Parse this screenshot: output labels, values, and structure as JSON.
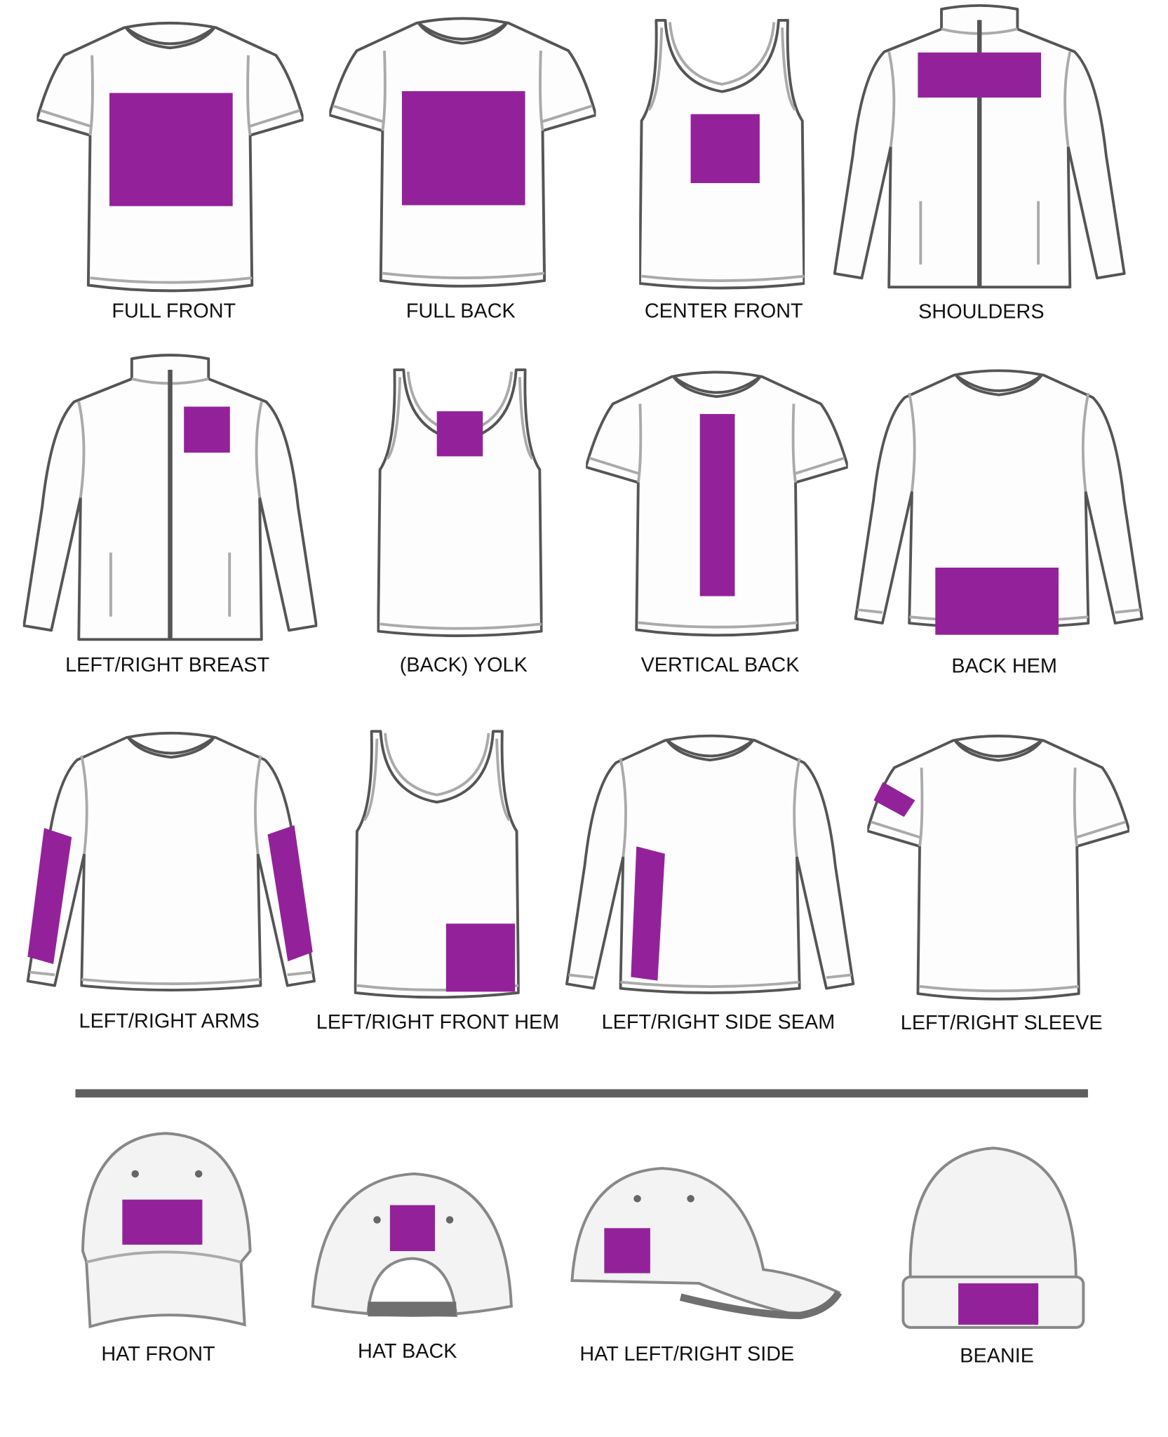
{
  "colors": {
    "print_area": "#93229a",
    "outline": "#555555",
    "divider": "#5f5f5f"
  },
  "garments": [
    {
      "label": "FULL FRONT",
      "type": "t-shirt"
    },
    {
      "label": "FULL BACK",
      "type": "t-shirt"
    },
    {
      "label": "CENTER FRONT",
      "type": "tank-top"
    },
    {
      "label": "SHOULDERS",
      "type": "long-sleeve"
    },
    {
      "label": "LEFT/RIGHT BREAST",
      "type": "jacket"
    },
    {
      "label": "(BACK) YOLK",
      "type": "tank-top"
    },
    {
      "label": "VERTICAL BACK",
      "type": "t-shirt"
    },
    {
      "label": "BACK HEM",
      "type": "long-sleeve"
    },
    {
      "label": "LEFT/RIGHT ARMS",
      "type": "long-sleeve"
    },
    {
      "label": "LEFT/RIGHT FRONT HEM",
      "type": "tank-top"
    },
    {
      "label": "LEFT/RIGHT SIDE SEAM",
      "type": "long-sleeve"
    },
    {
      "label": "LEFT/RIGHT SLEEVE",
      "type": "t-shirt"
    }
  ],
  "headwear": [
    {
      "label": "HAT FRONT",
      "type": "cap"
    },
    {
      "label": "HAT BACK",
      "type": "cap"
    },
    {
      "label": "HAT LEFT/RIGHT SIDE",
      "type": "cap"
    },
    {
      "label": "BEANIE",
      "type": "beanie"
    }
  ]
}
